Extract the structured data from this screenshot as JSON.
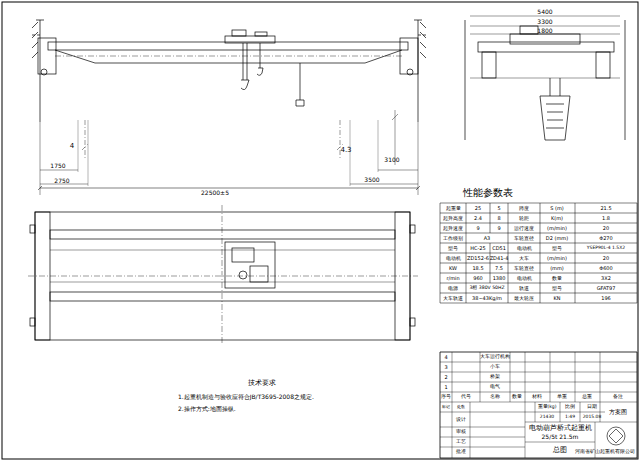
{
  "diagram": {
    "labels": [
      "1750",
      "2750",
      "22500±5",
      "3100",
      "3500",
      "4",
      "4.3",
      "5400",
      "3300",
      "1800",
      "性能参数表",
      "起重量",
      "25",
      "5",
      "跨度",
      "S (m)",
      "21.5",
      "起升高度",
      "2.4",
      "8",
      "轮距",
      "K(m)",
      "1.8",
      "起升速度",
      "9",
      "9",
      "运行速度",
      "(m/min)",
      "20",
      "工作级别",
      "A3",
      "车轮直径",
      "D2 (mm)",
      "Φ270",
      "型号",
      "HC-25",
      "CD51",
      "电动机",
      "型号",
      "YSEP90L-4 1.5X2",
      "电动机",
      "ZD152-6",
      "ZD41-4",
      "大车",
      "(m/min)",
      "20",
      "KW",
      "18.5",
      "7.5",
      "车轮直径",
      "(mm)",
      "Φ600",
      "r/min",
      "960",
      "1380",
      "电动机",
      "数量",
      "3X2",
      "电源",
      "3相 380V 50HZ",
      "轨道",
      "型号",
      "GFAT97",
      "大车轨道",
      "38~43Kg/m",
      "最大轮压",
      "KN",
      "196",
      "技术要求",
      "1.起重机制造与验收应符合JB/T3695-2008之规定.",
      "2.操作方式:地面操纵.",
      "4",
      "3",
      "2",
      "1",
      "大车运行机构",
      "小车",
      "桥架",
      "电气",
      "序号",
      "代号",
      "名称",
      "数量",
      "材料",
      "单重",
      "总重",
      "备注",
      "重量(kg)",
      "比例",
      "日期",
      "方案图",
      "21430",
      "1:49",
      "2015.08",
      "电动葫芦桥式起重机",
      "25/5t 21.5m",
      "总图",
      "河南省矿山起重机有限公司",
      "标记",
      "处数",
      "设计",
      "审核",
      "工艺",
      "批准"
    ]
  }
}
